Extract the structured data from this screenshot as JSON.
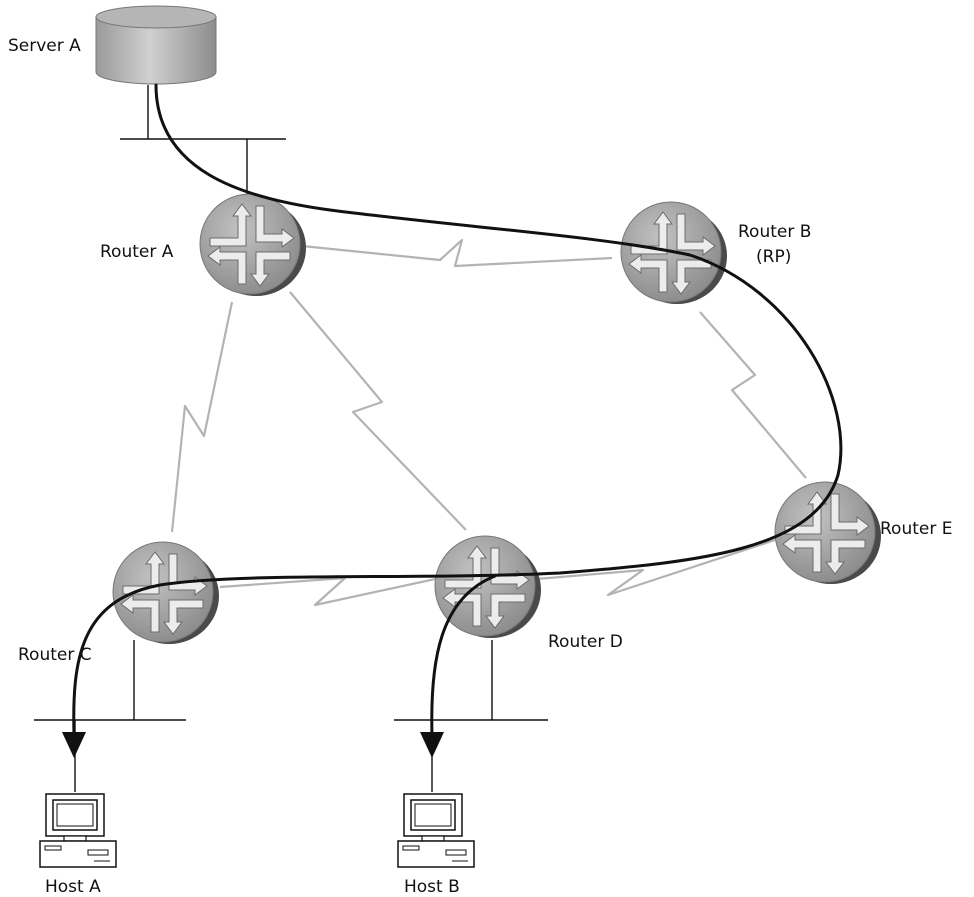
{
  "labels": {
    "server_a": "Server A",
    "router_a": "Router A",
    "router_b": "Router B",
    "router_b_role": "(RP)",
    "router_c": "Router C",
    "router_d": "Router D",
    "router_e": "Router E",
    "host_a": "Host A",
    "host_b": "Host B"
  },
  "colors": {
    "router_body": "#a6a6a6",
    "router_shadow": "#4a4a4a",
    "router_arrow": "#e8e8e8",
    "serial_link": "#b3b3b3",
    "ethernet": "#111111",
    "multicast_path": "#111111",
    "server_body": "#b8b8b8"
  },
  "icons": {
    "router": "router-icon",
    "server": "database-server-icon",
    "host": "desktop-computer-icon"
  }
}
